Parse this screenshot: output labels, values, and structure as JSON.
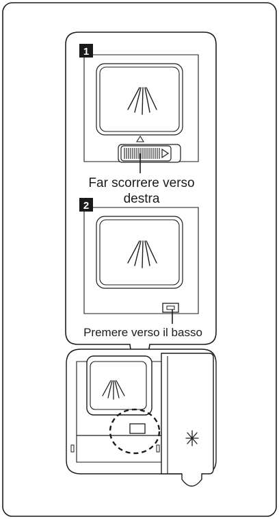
{
  "steps": [
    {
      "number": "1",
      "caption_line1": "Far scorrere verso",
      "caption_line2": "destra"
    },
    {
      "number": "2",
      "caption": "Premere verso il basso"
    }
  ],
  "colors": {
    "stroke": "#1a1a1a",
    "background": "#ffffff",
    "badge": "#1a1a1a"
  },
  "icons": [
    "rinse-aid-spray-icon",
    "sun-indicator-icon",
    "slide-right-arrow-icon",
    "up-triangle-icon"
  ]
}
